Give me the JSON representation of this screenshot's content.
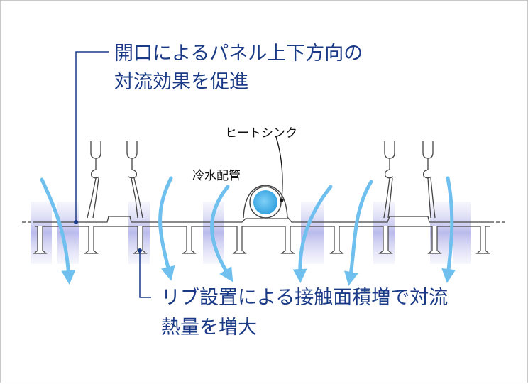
{
  "labels": {
    "top_line1": "開口によるパネル上下方向の",
    "top_line2": "対流効果を促進",
    "heatsink": "ヒートシンク",
    "pipe": "冷水配管",
    "bottom_line1": "リブ設置による接触面積増で対流",
    "bottom_line2": "熱量を増大"
  },
  "colors": {
    "callout_text": "#1a3a86",
    "callout_line": "#1a3a86",
    "airflow_arrow": "#5fb7ea",
    "opening_glow": "#b9b9ec",
    "pipe_fill": "#3aaae6",
    "panel_outline": "#444444"
  }
}
